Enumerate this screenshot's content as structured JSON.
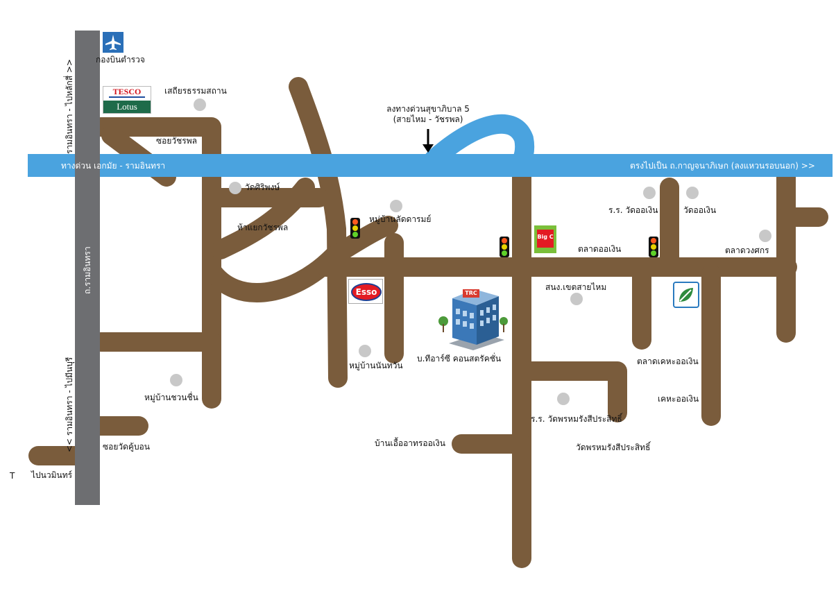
{
  "colors": {
    "road_minor": "#7a5c3c",
    "road_expressway": "#4aa3df",
    "road_main": "#6d6e71",
    "poi_dot": "#c8c8c8",
    "traffic_light_red": "#ff5a1f",
    "traffic_light_yellow": "#e8d200",
    "traffic_light_green": "#5fd12a"
  },
  "roads": {
    "expressway_left": "ทางด่วน เอกมัย - รามอินทรา",
    "expressway_right": "ตรงไปเป็น ถ.กาญจนาภิเษก (ลงแหวนรอบนอก) >>",
    "ramintra_road": "ถ.รามอินทรา",
    "ramintra_to_laksi": "รามอินทรา - ไปหลักสี่ >>",
    "ramintra_to_minburi": "<< รามอินทรา - ไปมีนบุรี",
    "exit_label_line1": "ลงทางด่วนสุขาภิบาล 5",
    "exit_label_line2": "(สายไหม - วัชรพล)"
  },
  "places": {
    "police_airfield": "กองบินตำรวจ",
    "tesco_top": "TESCO",
    "tesco_bottom": "Lotus",
    "sathian": "เสถียรธรรมสถาน",
    "soi_watcharaphon": "ซอยวัชรพล",
    "wat_siriphong": "วัดศิริพงษ์",
    "ha_yaek_watcharaphon": "ห้าแยกวัชรพล",
    "mu_ban_ladda": "หมู่บ้านลัดดารมย์",
    "rr_wat_o_ngoen": "ร.ร. วัดออเงิน",
    "wat_o_ngoen": "วัดออเงิน",
    "talat_o_ngoen": "ตลาดออเงิน",
    "talat_duang_sakon": "ตลาดวงศกร",
    "sor_nor_ngor": "สนง.เขตสายไหม",
    "talat_kheha": "ตลาดเคหะออเงิน",
    "kheha": "เคหะออเงิน",
    "mu_ban_nanthawan": "หมู่บ้านนันทวัน",
    "company": "บ.ทีอาร์ซี คอนสตรัคชั่น",
    "mu_ban_suan_chuen": "หมู่บ้านชวนชื่น",
    "soi_wat_ku_bon": "ซอยวัดคู้บอน",
    "pai_nawamin": "ไปนวมินทร์",
    "rr_wat_phrom": "ร.ร. วัดพรหมรังสีประสิทธิ์",
    "wat_phrom": "วัดพรหมรังสีประสิทธิ์",
    "ban_uea_athon": "บ้านเอื้ออาทรออเงิน",
    "esso": "Esso",
    "trc": "TRC",
    "bigc": "Big C",
    "stray_letter": "T"
  }
}
